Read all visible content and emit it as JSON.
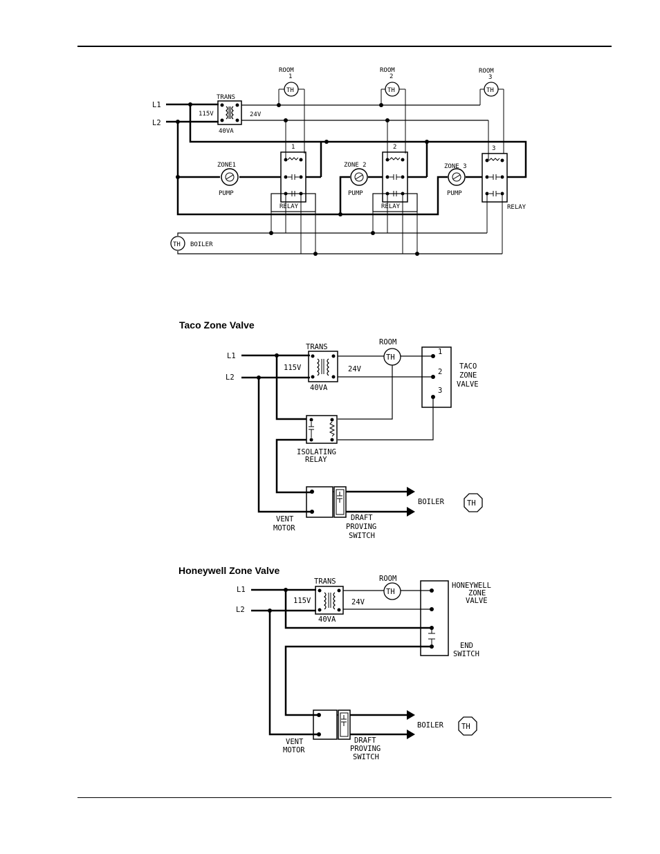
{
  "headings": {
    "taco": "Taco Zone Valve",
    "honeywell": "Honeywell Zone Valve"
  },
  "common": {
    "l1": "L1",
    "l2": "L2",
    "trans": "TRANS",
    "v115": "115V",
    "v24": "24V",
    "va40": "40VA",
    "room": "ROOM",
    "th": "TH",
    "boiler": "BOILER",
    "relay": "RELAY",
    "pump": "PUMP"
  },
  "pump_diagram": {
    "rooms": [
      "1",
      "2",
      "3"
    ],
    "zones": [
      "ZONE1",
      "ZONE 2",
      "ZONE 3"
    ],
    "relays": [
      "1",
      "2",
      "3"
    ]
  },
  "taco": {
    "terminals": [
      "1",
      "2",
      "3"
    ],
    "valve_label": [
      "TACO",
      "ZONE",
      "VALVE"
    ],
    "isolating_relay": [
      "ISOLATING",
      "RELAY"
    ],
    "vent_motor": [
      "VENT",
      "MOTOR"
    ],
    "draft_switch": [
      "DRAFT",
      "PROVING",
      "SWITCH"
    ]
  },
  "honeywell": {
    "valve_label": [
      "HONEYWELL",
      "ZONE",
      "VALVE"
    ],
    "end_switch": [
      "END",
      "SWITCH"
    ],
    "vent_motor": [
      "VENT",
      "MOTOR"
    ],
    "draft_switch": [
      "DRAFT",
      "PROVING",
      "SWITCH"
    ]
  }
}
